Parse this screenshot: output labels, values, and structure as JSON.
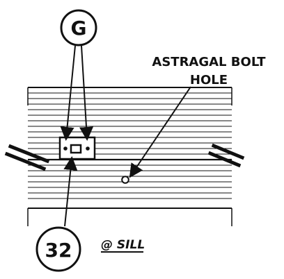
{
  "drawing": {
    "ink_color": "#111111",
    "background_color": "#ffffff",
    "tags": {
      "top_bubble": "G",
      "bottom_bubble": "32"
    },
    "callouts": {
      "astragal_line1": "ASTRAGAL BOLT",
      "astragal_line2": "HOLE"
    },
    "view_label": "@ SILL",
    "icons": {
      "top_bubble_icon": "circle-tag",
      "bottom_bubble_icon": "circle-tag",
      "bolt_hole_icon": "small-circle",
      "break_mark_icon": "double-slash"
    }
  }
}
